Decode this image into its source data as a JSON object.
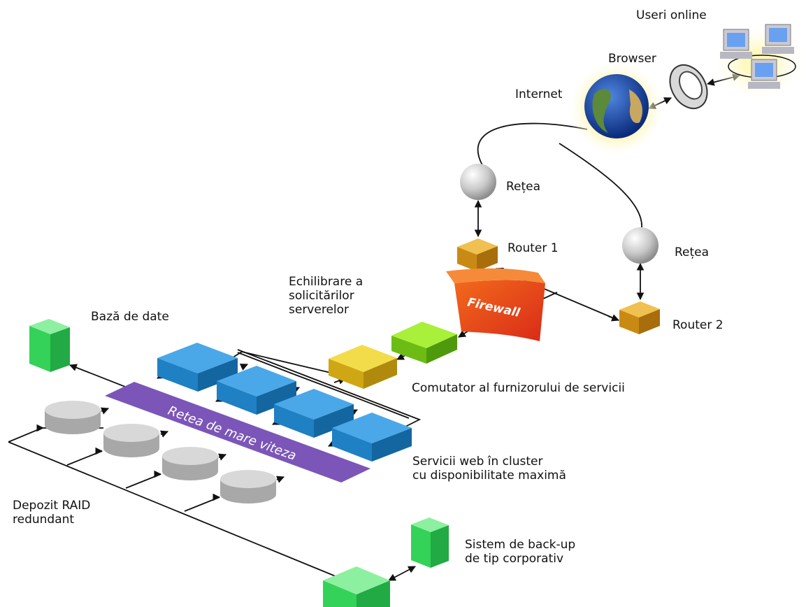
{
  "labels": {
    "users": "Useri online",
    "browser": "Browser",
    "internet": "Internet",
    "network1": "Rețea",
    "network2": "Rețea",
    "router1": "Router 1",
    "router2": "Router 2",
    "load_balancing": "Echilibrare a\nsolicitărilor\nserverelor",
    "database": "Bază de date",
    "switch": "Comutator al furnizorului de servicii",
    "web_cluster": "Servicii web în cluster\ncu disponibilitate maximă",
    "raid": "Depozit RAID\nredundant",
    "backup": "Sistem de back-up\nde tip corporativ",
    "firewall": "Firewall",
    "highspeed": "Retea de mare viteza"
  },
  "colors": {
    "blue_server": "#1f86c8",
    "green_box": "#33dd55",
    "orange_router": "#d89a1c",
    "yellow_box": "#e3c21a",
    "lime_box": "#7ed81e",
    "purple_band": "#7b56b8",
    "firewall": "#e34a1c",
    "disk_gray": "#c8c8c8"
  }
}
